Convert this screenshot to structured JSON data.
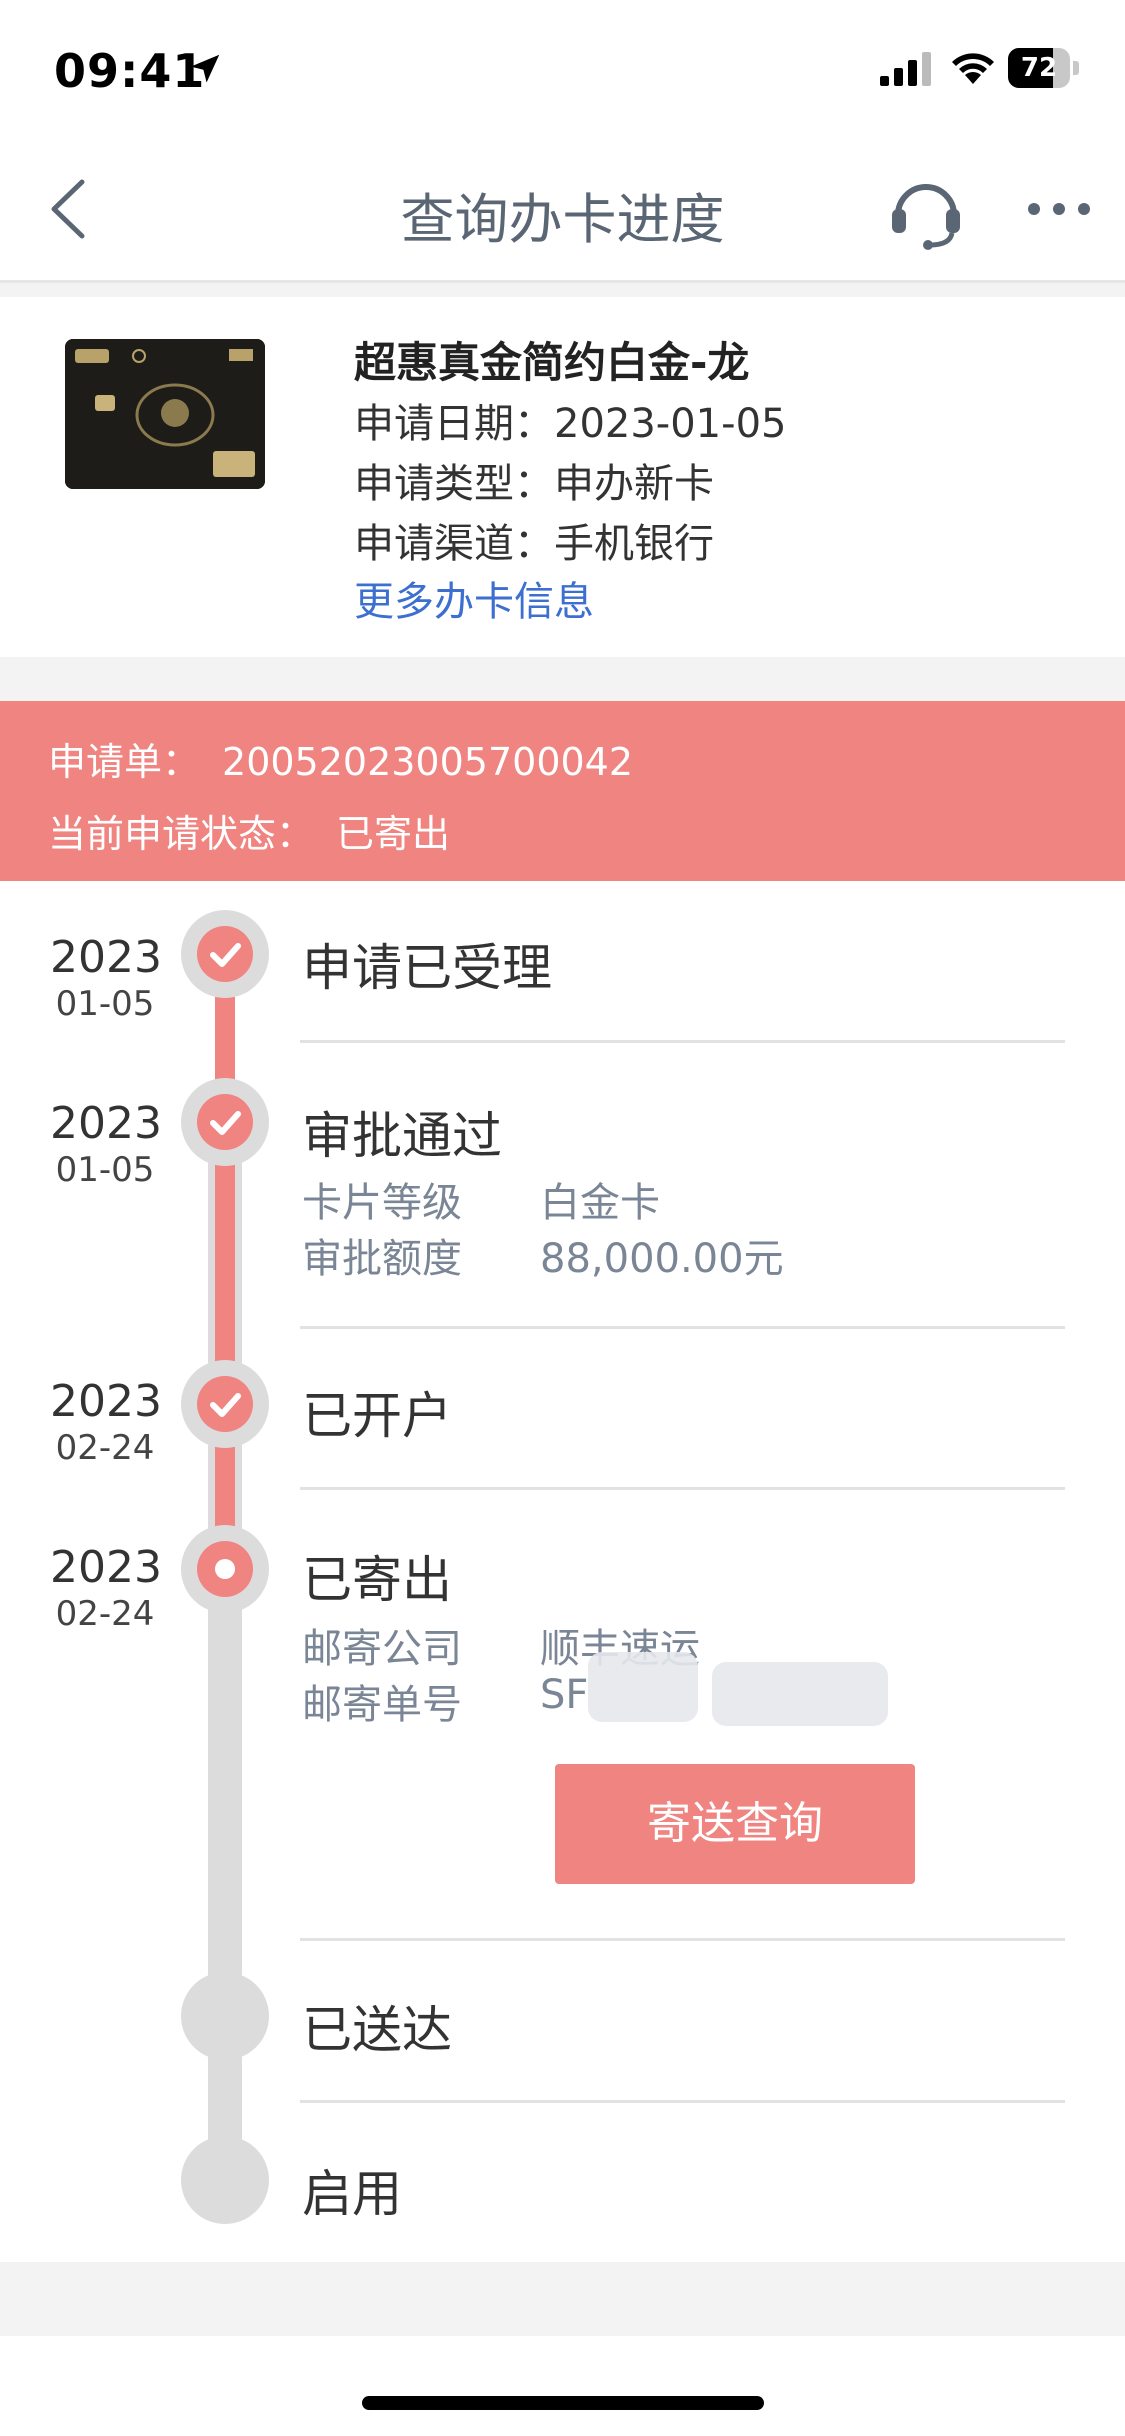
{
  "status_bar": {
    "time": "09:41",
    "battery": "72",
    "battery_level": 0.72
  },
  "nav": {
    "title": "查询办卡进度"
  },
  "card": {
    "name": "超惠真金简约白金-龙",
    "apply_date_label": "申请日期：",
    "apply_date": "2023-01-05",
    "apply_type_label": "申请类型：",
    "apply_type": "申办新卡",
    "apply_channel_label": "申请渠道：",
    "apply_channel": "手机银行",
    "more_link": "更多办卡信息"
  },
  "banner": {
    "order_label": "申请单：",
    "order_no": "20052023005700042",
    "status_label": "当前申请状态：",
    "status": "已寄出"
  },
  "timeline": [
    {
      "year": "2023",
      "md": "01-05",
      "title": "申请已受理"
    },
    {
      "year": "2023",
      "md": "01-05",
      "title": "审批通过",
      "details": [
        {
          "label": "卡片等级",
          "value": "白金卡"
        },
        {
          "label": "审批额度",
          "value": "88,000.00元"
        }
      ]
    },
    {
      "year": "2023",
      "md": "02-24",
      "title": "已开户"
    },
    {
      "year": "2023",
      "md": "02-24",
      "title": "已寄出",
      "details": [
        {
          "label": "邮寄公司",
          "value": "顺丰速运"
        },
        {
          "label": "邮寄单号",
          "value": "SF"
        }
      ],
      "button": "寄送查询"
    },
    {
      "title": "已送达"
    },
    {
      "title": "启用"
    }
  ],
  "colors": {
    "accent": "#ef8481",
    "link": "#3c6fcf",
    "track_gray": "#dcdcdc"
  }
}
